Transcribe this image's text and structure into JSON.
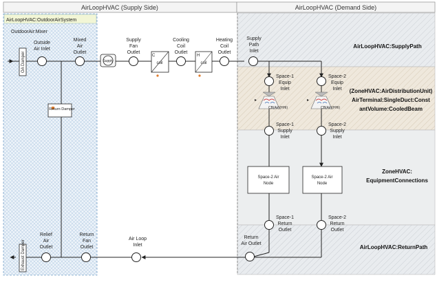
{
  "header": {
    "supply_side": "AirLoopHVAC (Supply Side)",
    "demand_side": "AirLoopHVAC (Demand Side)"
  },
  "oa_system": {
    "title": "AirLoopHVAC:OutdoorAirSystem",
    "mixer": "OutdoorAir:Mixer",
    "oa_damper": "OA Damper",
    "return_damper": "Return Damper",
    "exhaust_damper": "Exhaust Damper"
  },
  "nodes": {
    "outside_air_inlet": [
      "Outside",
      "Air Inlet"
    ],
    "mixed_air_outlet": [
      "Mixed",
      "Air",
      "Outlet"
    ],
    "supply_fan_outlet": [
      "Supply",
      "Fan",
      "Outlet"
    ],
    "cooling_coil_outlet": [
      "Cooling",
      "Coil",
      "Outlet"
    ],
    "heating_coil_outlet": [
      "Heating",
      "Coil",
      "Outlet"
    ],
    "supply_path_inlet": [
      "Supply",
      "Path",
      "Inlet"
    ],
    "space1_equip_inlet": [
      "Space-1",
      "Equip",
      "Inlet"
    ],
    "space2_equip_inlet": [
      "Space-2",
      "Equip",
      "Inlet"
    ],
    "space1_supply_inlet": [
      "Space-1",
      "Supply",
      "Inlet"
    ],
    "space2_supply_inlet": [
      "Space-2",
      "Supply",
      "Inlet"
    ],
    "space1_return_outlet": [
      "Space-1",
      "Return",
      "Outlet"
    ],
    "space2_return_outlet": [
      "Space-2",
      "Return",
      "Outlet"
    ],
    "return_air_outlet": [
      "Return",
      "Air Outlet"
    ],
    "air_loop_inlet": [
      "Air Loop",
      "Inlet"
    ],
    "return_fan_outlet": [
      "Return",
      "Fan",
      "Outlet"
    ],
    "relief_air_outlet": [
      "Relief",
      "Air",
      "Outlet"
    ]
  },
  "components": {
    "supply_fan": "Supply",
    "cooling_coil": "coil",
    "heating_coil": "coil",
    "cooling_coil_mark": "C",
    "heating_coil_mark": "H",
    "beam1": "CB(Air)(HHi)",
    "beam2": "CB(Air)(HHi)",
    "space1_node": [
      "Space-2 Air",
      "Node"
    ],
    "space2_node": [
      "Space-2 Air",
      "Node"
    ]
  },
  "zones": {
    "supply_path": "AirLoopHVAC:SupplyPath",
    "terminal": [
      "(ZoneHVAC:AirDistributionUnit)",
      "AirTerminal:SingleDuct:Const",
      "antVolume:CooledBeam"
    ],
    "equipment": [
      "ZoneHVAC:",
      "EquipmentConnections"
    ],
    "return_path": "AirLoopHVAC:ReturnPath"
  },
  "colors": {
    "accent_orange": "#e07b2a",
    "coil_red": "#cc2222",
    "arrow_blue": "#3b6fb6"
  }
}
